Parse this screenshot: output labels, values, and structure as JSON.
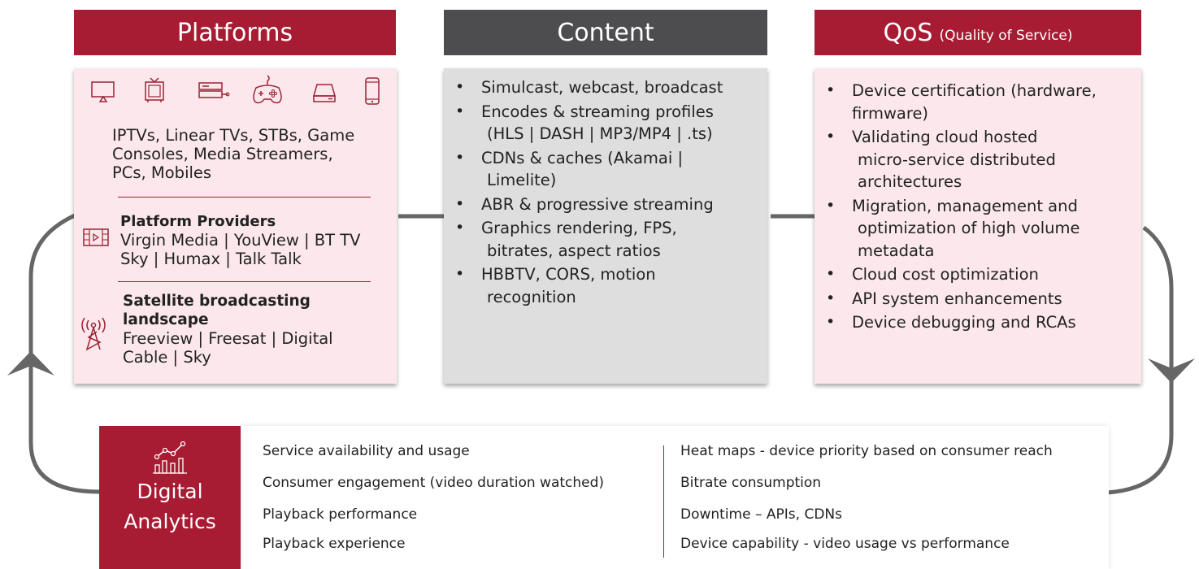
{
  "colors": {
    "accent": "#a81c33",
    "grey_header": "#4d4d4f",
    "pink_panel": "#fce8ec",
    "grey_panel": "#dedede"
  },
  "platforms": {
    "header": "Platforms",
    "device_icons": [
      "monitor-icon",
      "tv-icon",
      "set-top-box-icon",
      "gamepad-icon",
      "media-streamer-icon",
      "mobile-phone-icon"
    ],
    "devices_text": [
      "IPTVs, Linear TVs, STBs, Game",
      "Consoles, Media Streamers,",
      "PCs, Mobiles"
    ],
    "providers_title": "Platform Providers",
    "providers_lines": [
      "Virgin Media | YouView | BT TV",
      "Sky | Humax | Talk Talk"
    ],
    "satellite_title_lines": [
      "Satellite broadcasting",
      "landscape"
    ],
    "satellite_lines": [
      "Freeview | Freesat | Digital",
      "Cable | Sky"
    ]
  },
  "content": {
    "header": "Content",
    "items": [
      {
        "line1": "Simulcast, webcast, broadcast",
        "line2": ""
      },
      {
        "line1": "Encodes & streaming profiles",
        "line2": "(HLS | DASH | MP3/MP4 | .ts)"
      },
      {
        "line1": "CDNs & caches (Akamai |",
        "line2": "Limelite)"
      },
      {
        "line1": "ABR & progressive streaming",
        "line2": ""
      },
      {
        "line1": "Graphics rendering, FPS,",
        "line2": "bitrates, aspect ratios"
      },
      {
        "line1": "HBBTV, CORS, motion",
        "line2": "recognition"
      }
    ]
  },
  "qos": {
    "header_main": "QoS",
    "header_sub": "(Quality of Service)",
    "items": [
      {
        "line1": "Device certification (hardware,",
        "line2": "firmware)",
        "line3": ""
      },
      {
        "line1": "Validating cloud hosted",
        "line2": "micro-service distributed",
        "line3": "architectures"
      },
      {
        "line1": "Migration, management and",
        "line2": "optimization of high volume",
        "line3": "metadata"
      },
      {
        "line1": "Cloud cost optimization",
        "line2": "",
        "line3": ""
      },
      {
        "line1": "API system enhancements",
        "line2": "",
        "line3": ""
      },
      {
        "line1": "Device debugging and RCAs",
        "line2": "",
        "line3": ""
      }
    ]
  },
  "analytics": {
    "title_lines": [
      "Digital",
      "Analytics"
    ],
    "left_items": [
      "Service availability and usage",
      "Consumer engagement (video duration watched)",
      "Playback performance",
      "Playback experience"
    ],
    "right_items": [
      "Heat maps - device priority based on consumer reach",
      "Bitrate consumption",
      "Downtime – APIs, CDNs",
      "Device capability - video usage vs performance"
    ]
  }
}
